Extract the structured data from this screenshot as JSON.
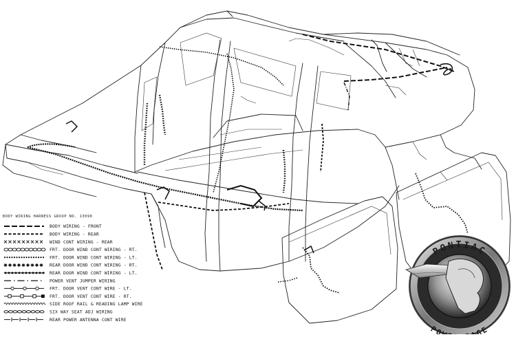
{
  "diagram": {
    "title": "BODY WIRING HARNESS GROUP NO. 13090",
    "legend": [
      {
        "symbol": "dash-long",
        "label": "BODY WIRING - FRONT"
      },
      {
        "symbol": "dash-short",
        "label": "BODY WIRING - REAR"
      },
      {
        "symbol": "cross",
        "label": "WIND CONT WIRING - REAR"
      },
      {
        "symbol": "chain-ring",
        "label": "FRT. DOOR WIND CONT WIRING - RT."
      },
      {
        "symbol": "dots",
        "label": "FRT. DOOR WIND CONT WIRING - LT."
      },
      {
        "symbol": "star",
        "label": "REAR DOOR WIND CONT WIRING - RT."
      },
      {
        "symbol": "chain-bead",
        "label": "REAR DOOR WIND CONT WIRING - LT."
      },
      {
        "symbol": "dash-dot",
        "label": "POWER VENT JUMPER WIRING"
      },
      {
        "symbol": "line-circle",
        "label": "FRT. DOOR VENT CONT WIRE - LT."
      },
      {
        "symbol": "line-square",
        "label": "FRT. DOOR VENT CONT WIRE - RT."
      },
      {
        "symbol": "loops",
        "label": "SIDE ROOF RAIL & READING LAMP WIRE"
      },
      {
        "symbol": "ovals",
        "label": "SIX WAY SEAT ADJ WIRING"
      },
      {
        "symbol": "bar-dash",
        "label": "REAR POWER ANTENNA CONT WIRE"
      }
    ]
  },
  "logo": {
    "top_text": "PONTIAC",
    "bottom_text": "POWER PAGE"
  }
}
